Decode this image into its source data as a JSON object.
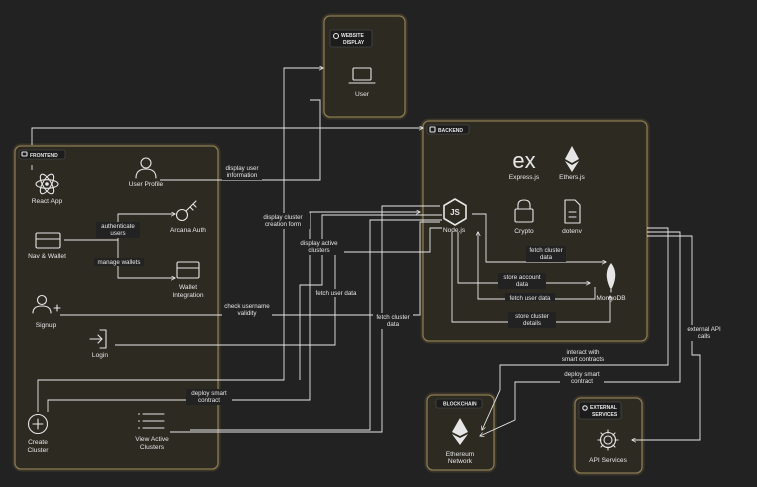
{
  "groups": {
    "frontend": "FRONTEND",
    "website_display": [
      "WEBSITE",
      "DISPLAY"
    ],
    "backend": "BACKEND",
    "blockchain": "BLOCKCHAIN",
    "external_services": [
      "EXTERNAL",
      "SERVICES"
    ]
  },
  "nodes": {
    "react_app": "React App",
    "user_profile": "User Profile",
    "nav_wallet": "Nav & Wallet",
    "arcana_auth": "Arcana Auth",
    "wallet_integration": [
      "Wallet",
      "Integration"
    ],
    "signup": "Signup",
    "login": "Login",
    "create_cluster": [
      "Create",
      "Cluster"
    ],
    "view_active_clusters": [
      "View Active",
      "Clusters"
    ],
    "user": "User",
    "express": "Express.js",
    "ethers": "Ethers.js",
    "nodejs": "Node.js",
    "crypto": "Crypto",
    "dotenv": "dotenv",
    "mongodb": "MongoDB",
    "ethereum_network": [
      "Ethereum",
      "Network"
    ],
    "api_services": "API Services"
  },
  "edges": {
    "display_user_info": [
      "display user",
      "information"
    ],
    "authenticate_users": [
      "authenticate",
      "users"
    ],
    "manage_wallets": "manage wallets",
    "display_cluster_form": [
      "display cluster",
      "creation form"
    ],
    "display_active_clusters": [
      "display active",
      "clusters"
    ],
    "check_username": [
      "check username",
      "validity"
    ],
    "fetch_user_data_1": "fetch user data",
    "fetch_cluster_data_1": [
      "fetch cluster",
      "data"
    ],
    "deploy_smart_contract_1": [
      "deploy smart",
      "contract"
    ],
    "fetch_cluster_data_2": [
      "fetch cluster",
      "data"
    ],
    "store_account_data": [
      "store account",
      "data"
    ],
    "fetch_user_data_2": "fetch user data",
    "store_cluster_details": [
      "store cluster",
      "details"
    ],
    "interact_smart_contracts": [
      "interact with",
      "smart contracts"
    ],
    "deploy_smart_contract_2": [
      "deploy smart",
      "contract"
    ],
    "external_api_calls": [
      "external API",
      "calls"
    ]
  },
  "icons": {
    "express_logo": "ex",
    "nodejs_logo": "JS"
  }
}
